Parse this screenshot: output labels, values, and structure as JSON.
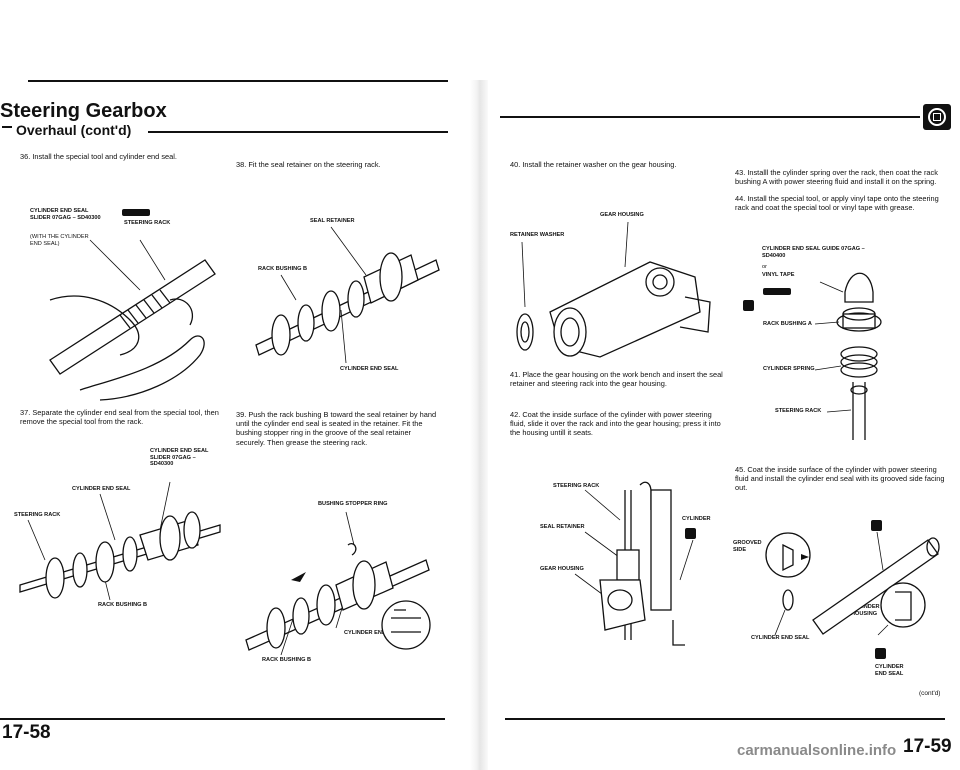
{
  "left": {
    "title": "Steering Gearbox",
    "subtitle": "Overhaul (cont'd)",
    "page_number": "17-58",
    "step36": "36. Install the special tool and cylinder end seal.",
    "step36_labels": {
      "tool": "CYLINDER END SEAL SLIDER 07GAG – SD40300",
      "tool_note": "(With the cylinder end seal)",
      "rack": "STEERING RACK"
    },
    "step37": "37. Separate the cylinder end seal from the special tool, then remove the special tool from the rack.",
    "step37_labels": {
      "tool": "CYLINDER END SEAL SLIDER 07GAG – SD40300",
      "seal": "CYLINDER END SEAL",
      "rack": "STEERING RACK",
      "bushing": "RACK BUSHING B"
    },
    "step38": "38. Fit the seal retainer on the steering rack.",
    "step38_labels": {
      "retainer": "SEAL RETAINER",
      "bushing": "RACK BUSHING B",
      "seal": "CYLINDER END SEAL"
    },
    "step39": "39. Push the rack bushing B toward the seal retainer by hand until the cylinder end seal is seated in the retainer. Fit the bushing stopper ring in the groove of the seal retainer securely. Then grease the steering rack.",
    "step39_labels": {
      "ring": "BUSHING STOPPER RING",
      "seal": "CYLINDER END SEAL",
      "bushing": "RACK BUSHING B"
    }
  },
  "right": {
    "page_number": "17-59",
    "cont": "(cont'd)",
    "step40": "40. Install the retainer washer on the gear housing.",
    "step40_labels": {
      "housing": "GEAR HOUSING",
      "washer": "RETAINER WASHER"
    },
    "step41": "41. Place the gear housing on the work bench and insert the seal retainer and steering rack into the gear housing.",
    "step42": "42. Coat the inside surface of the cylinder with power steering fluid, slide it over the rack and into the gear housing; press it into the housing untill it seats.",
    "step42_labels": {
      "rack": "STEERING RACK",
      "cylinder": "CYLINDER",
      "retainer": "SEAL RETAINER",
      "housing": "GEAR HOUSING"
    },
    "step43": "43. Installl the cylinder spring over the rack, then coat the rack bushing A with power steering fluid and install it on the spring.",
    "step44": "44. Install the special tool, or apply vinyl tape onto the steering rack and coat the special tool or vinyl tape with grease.",
    "step44_labels": {
      "guide": "CYLINDER END SEAL GUIDE 07GAG – SD40400",
      "or": "or",
      "tape": "VINYL TAPE",
      "bushing": "RACK BUSHING A",
      "spring": "CYLINDER SPRING",
      "rack": "STEERING RACK"
    },
    "step45": "45. Coat the inside surface of the cylinder with power steering fluid and install the cylinder end seal with its grooved side facing out.",
    "step45_labels": {
      "grooved": "GROOVED SIDE",
      "chousing": "CYLINDER HOUSING",
      "seal": "CYLINDER END SEAL",
      "endseal": "CYLINDER END SEAL"
    },
    "watermark": "carmanualsonline.info"
  },
  "colors": {
    "ink": "#111111",
    "paper": "#ffffff"
  },
  "icons": [
    "grease-tool-icon",
    "fluid-icon",
    "section-badge-icon"
  ]
}
